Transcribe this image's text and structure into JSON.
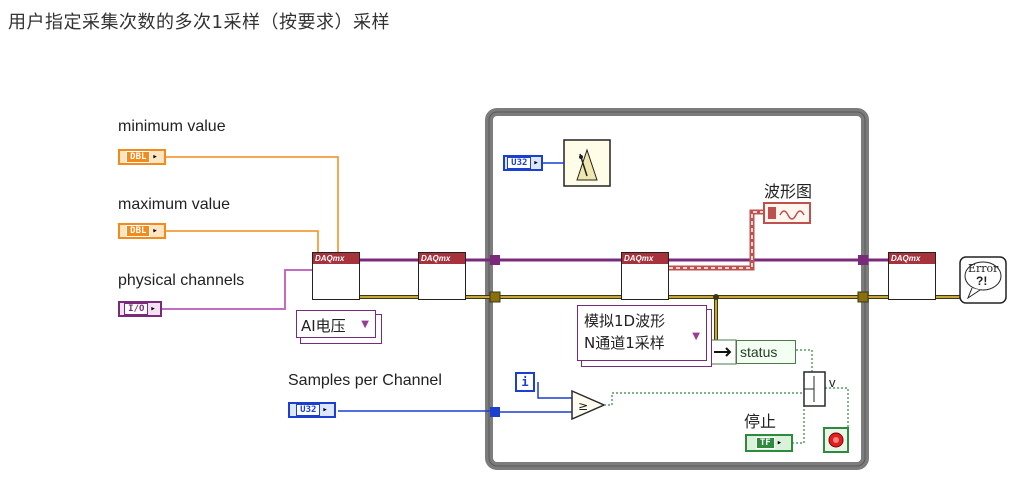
{
  "title": "用户指定采集次数的多次1采样（按要求）采样",
  "controls": {
    "min_label": "minimum value",
    "max_label": "maximum value",
    "phys_label": "physical channels",
    "samples_label": "Samples per Channel",
    "dbl_tag": "DBL",
    "io_tag": "I/O",
    "u32_tag": "U32",
    "tf_tag": "TF",
    "iter_tag": "i"
  },
  "nodes": {
    "daqmx_header": "DAQmx",
    "ai_voltage": "AI电压",
    "read_line1": "模拟1D波形",
    "read_line2": "N通道1采样",
    "waveform_graph": "波形图",
    "status": "status",
    "stop": "停止",
    "or_label": "v",
    "error_text1": "Error",
    "error_text2": "?!"
  },
  "colors": {
    "dbl": "#f28a1c",
    "task_wire": "#7a2a7a",
    "error_wire": "#c9a53b",
    "u32": "#1a3fd1",
    "bool": "#2e8b3e",
    "loop": "#808080",
    "waveform": "#c0504d"
  }
}
